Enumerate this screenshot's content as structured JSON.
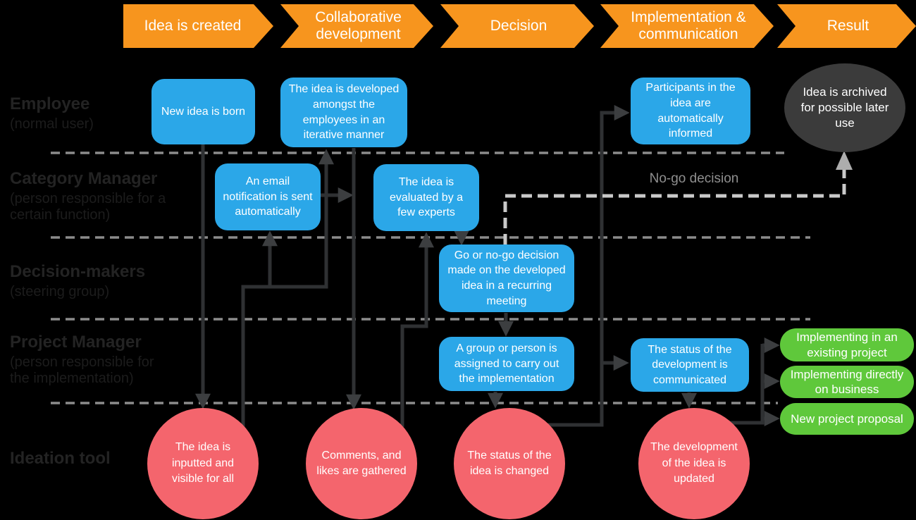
{
  "stages": [
    "Idea is created",
    "Collaborative development",
    "Decision",
    "Implementation & communication",
    "Result"
  ],
  "lanes": [
    {
      "title": "Employee",
      "subtitle": "(normal user)"
    },
    {
      "title": "Category Manager",
      "subtitle": "(person responsible for a certain function)"
    },
    {
      "title": "Decision-makers",
      "subtitle": "(steering group)"
    },
    {
      "title": "Project Manager",
      "subtitle": "(person responsible for the implementation)"
    },
    {
      "title": "Ideation tool",
      "subtitle": ""
    }
  ],
  "nodes": {
    "new_idea": "New idea is born",
    "developed": "The idea is developed amongst the employees in an iterative manner",
    "email": "An email notification is sent automatically",
    "evaluated": "The idea is evaluated by a few experts",
    "participants": "Participants in the idea are automatically informed",
    "gonogo": "Go or no-go decision made on the developed idea in a recurring meeting",
    "assigned": "A group or person is assigned to carry out the implementation",
    "status_comm": "The status of the development is communicated",
    "archived": "Idea is archived for possible later use"
  },
  "tool_events": [
    "The idea is inputted and visible for all",
    "Comments, and likes are gathered",
    "The status of the idea is changed",
    "The development of the idea is updated"
  ],
  "outcomes": [
    "Implementing in an existing project",
    "Implementing directly on business",
    "New project proposal"
  ],
  "annotations": {
    "no_go": "No-go decision"
  },
  "colors": {
    "stage_orange": "#F7951E",
    "node_blue": "#2BA7E8",
    "tool_red": "#F4656D",
    "outcome_green": "#5FC83B",
    "archived_gray": "#3B3B3B",
    "connector_gray": "#2F3133",
    "background": "#000000"
  }
}
